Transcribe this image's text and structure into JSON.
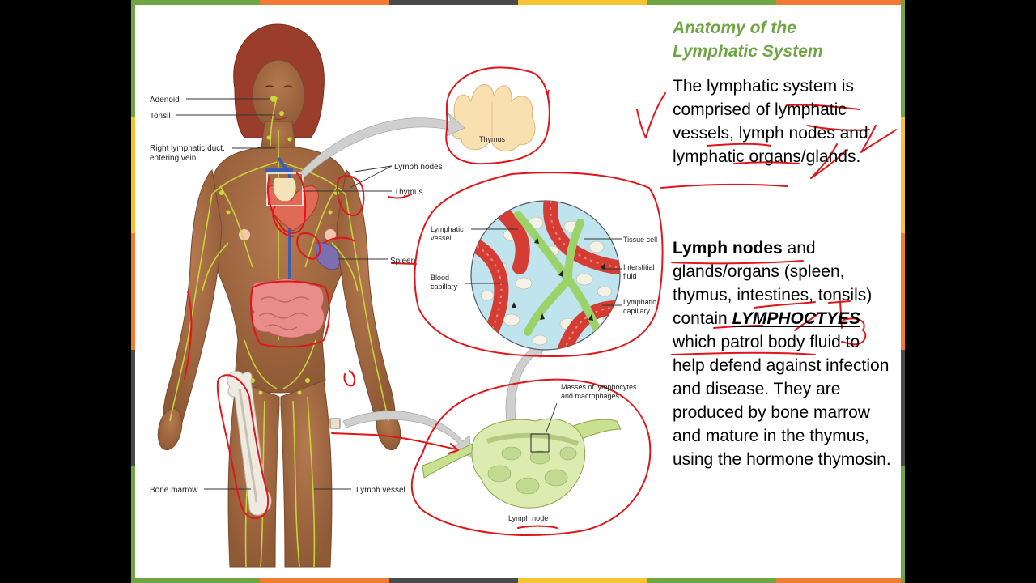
{
  "slide": {
    "title_line1": "Anatomy of the",
    "title_line2": "Lymphatic System",
    "paragraph1": "The lymphatic system is comprised of lymphatic vessels, lymph nodes and lymphatic organs/glands.",
    "paragraph2": {
      "bold_lead": "Lymph nodes",
      "part_a": " and glands/organs (spleen, thymus, intestines, tonsils) contain ",
      "emphasis": "LYMPHOCTYES",
      "part_b": " which patrol body fluid to help defend against infection and disease. They are produced by bone marrow and mature in the thymus, using the hormone thymosin."
    }
  },
  "figure": {
    "labels": {
      "adenoid": "Adenoid",
      "tonsil": "Tonsil",
      "right_duct_1": "Right lymphatic duct,",
      "right_duct_2": "entering vein",
      "lymph_nodes": "Lymph nodes",
      "thymus": "Thymus",
      "spleen": "Spleen",
      "bone_marrow": "Bone marrow",
      "lymph_vessel": "Lymph vessel",
      "thymus_inset": "Thymus",
      "lymphatic_vessel_1": "Lymphatic",
      "lymphatic_vessel_2": "vessel",
      "blood_capillary_1": "Blood",
      "blood_capillary_2": "capillary",
      "tissue_cell": "Tissue cell",
      "interstitial_1": "Interstitial",
      "interstitial_2": "fluid",
      "lymphatic_capillary_1": "Lymphatic",
      "lymphatic_capillary_2": "capillary",
      "masses_1": "Masses of lymphocytes",
      "masses_2": "and macrophages",
      "lymph_node": "Lymph node"
    }
  },
  "colors": {
    "title_green": "#6fa543",
    "annotation_red": "#e0161b",
    "skin": "#a36a44",
    "lymph_green": "#c8d93a",
    "border_segments": [
      "#6fa543",
      "#f07c33",
      "#4a4a4a",
      "#f6c431",
      "#6fa543",
      "#f07c33"
    ]
  }
}
